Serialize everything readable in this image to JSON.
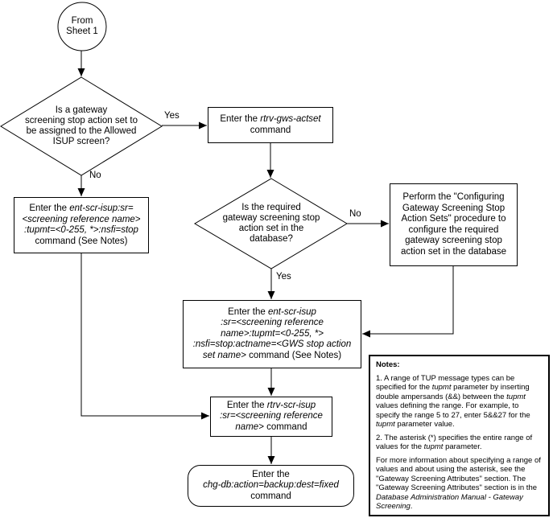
{
  "page": {
    "background": "#ffffff",
    "line_color": "#000000"
  },
  "flow": {
    "start": {
      "lines": [
        "From",
        "Sheet 1"
      ]
    },
    "d1": {
      "lines": [
        "Is a gateway",
        "screening stop action set to",
        "be assigned to the Allowed",
        "ISUP screen?"
      ],
      "yes": "Yes",
      "no": "No"
    },
    "rtrv_gws": {
      "l1_pre": "Enter the ",
      "l1_cmd": "rtrv-gws-actset",
      "l2": "command"
    },
    "d2": {
      "lines": [
        "Is the required",
        "gateway screening stop",
        "action set in the",
        "database?"
      ],
      "yes": "Yes",
      "no": "No"
    },
    "perform": {
      "lines": [
        "Perform the \"Configuring",
        "Gateway Screening Stop",
        "Action Sets\" procedure to",
        "configure the required",
        "gateway screening stop",
        "action set in the database"
      ]
    },
    "ent_no": {
      "l1_pre": "Enter the ",
      "l1_cmd": "ent-scr-isup:sr=",
      "l2_cmd": "<screening reference name>",
      "l3_cmd": ":tupmt=<0-255, *>:nsfi=stop",
      "l4": "command (See Notes)"
    },
    "ent_yes": {
      "l1_pre": "Enter the ",
      "l1_cmd": "ent-scr-isup",
      "l2_cmd": ":sr=<screening reference",
      "l3_cmd": "name>:tupmt=<0-255, *>",
      "l4_cmd": ":nsfi=stop:actname=<GWS stop action",
      "l5_cmd": "set name>",
      "l5_post": "  command (See Notes)"
    },
    "rtrv_scr": {
      "l1_pre": "Enter the ",
      "l1_cmd": "rtrv-scr-isup",
      "l2_cmd": ":sr=<screening reference",
      "l3_cmd": "name>",
      "l3_post": "  command"
    },
    "backup": {
      "l1": "Enter the",
      "l2_cmd": "chg-db:action=backup:dest=fixed",
      "l3": "command"
    }
  },
  "notes": {
    "title": "Notes:",
    "n1": {
      "p1": "1. A range of TUP message types can be specified for the ",
      "i1": "tupmt",
      "p2": " parameter by inserting double ampersands (&&) between the ",
      "i2": "tupmt",
      "p3": " values defining the range.  For example, to specify the range 5 to 27, enter 5&&27 for the ",
      "i3": "tupmt",
      "p4": " parameter value."
    },
    "n2": {
      "p1": "2. The asterisk (*) specifies the entire range of values for the ",
      "i1": "tupmt",
      "p2": " parameter."
    },
    "n3": {
      "p1": "For more information about specifying a range of values and about using the asterisk, see the \"Gateway Screening Attributes\" section.  The \"Gateway Screening Attributes\" section is in the ",
      "i1": "Database Administration Manual - Gateway Screening",
      "p2": "."
    }
  }
}
